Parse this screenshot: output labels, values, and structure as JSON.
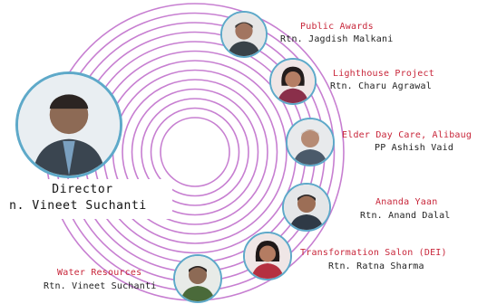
{
  "colors": {
    "ring": "#c77fd1",
    "avatar_border": "#5ea9c9",
    "role_text": "#c8263a",
    "name_text": "#222222"
  },
  "director": {
    "title": "Director",
    "name": "n. Vineet Suchanti",
    "icon": "director-portrait"
  },
  "projects": [
    {
      "role": "Public Awards",
      "name": "Rtn. Jagdish Malkani",
      "icon": "member-portrait"
    },
    {
      "role": "Lighthouse Project",
      "name": "Rtn. Charu Agrawal",
      "icon": "member-portrait"
    },
    {
      "role": "Elder Day Care, Alibaug",
      "name": "PP Ashish Vaid",
      "icon": "member-portrait"
    },
    {
      "role": "Ananda Yaan",
      "name": "Rtn. Anand Dalal",
      "icon": "member-portrait"
    },
    {
      "role": "Transformation Salon (DEI)",
      "name": "Rtn. Ratna Sharma",
      "icon": "member-portrait"
    },
    {
      "role": "Water Resources",
      "name": "Rtn. Vineet Suchanti",
      "icon": "member-portrait"
    }
  ]
}
